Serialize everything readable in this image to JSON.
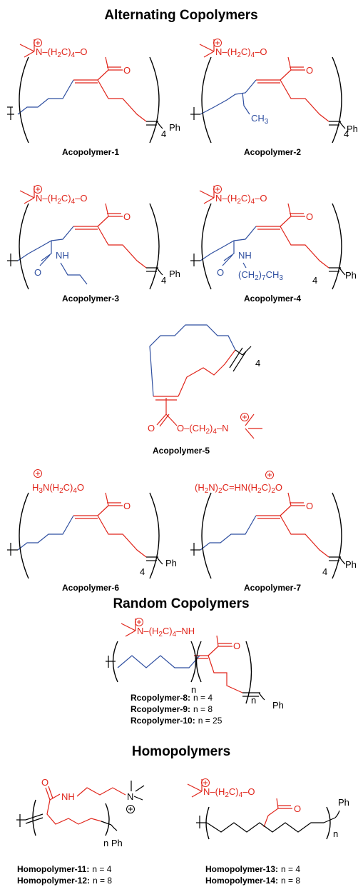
{
  "sections": {
    "alternating": "Alternating Copolymers",
    "random": "Random Copolymers",
    "homo": "Homopolymers"
  },
  "groups": {
    "quat_amine_chain": "N–(H2C)4–O",
    "prim_amine_chain": "H3N(H2C)4O",
    "guan_chain": "(H2N)2C=HN(H2C)2O",
    "carbonyl_o": "O",
    "ester_o": "O",
    "amide_nh": "NH",
    "ch3": "CH3",
    "octyl": "(CH2)7CH3",
    "ring_ester": "O–(CH2)4–N",
    "random_amide_chain": "N–(H2C)4–NH",
    "plus": "+",
    "ph": "Ph",
    "n_sub": "n",
    "rep4": "4"
  },
  "labels": {
    "a1": "Acopolymer-1",
    "a2": "Acopolymer-2",
    "a3": "Acopolymer-3",
    "a4": "Acopolymer-4",
    "a5": "Acopolymer-5",
    "a6": "Acopolymer-6",
    "a7": "Acopolymer-7",
    "r8": "Rcopolymer-8:",
    "r8v": "n = 4",
    "r9": "Rcopolymer-9:",
    "r9v": "n = 8",
    "r10": "Rcopolymer-10:",
    "r10v": "n = 25",
    "h11": "Homopolymer-11:",
    "h11v": "n = 4",
    "h12": "Homopolymer-12:",
    "h12v": "n = 8",
    "h13": "Homopolymer-13:",
    "h13v": "n = 4",
    "h14": "Homopolymer-14:",
    "h14v": "n = 8"
  },
  "colors": {
    "red": "#e0251b",
    "blue": "#2f4fa0",
    "black": "#000000"
  }
}
